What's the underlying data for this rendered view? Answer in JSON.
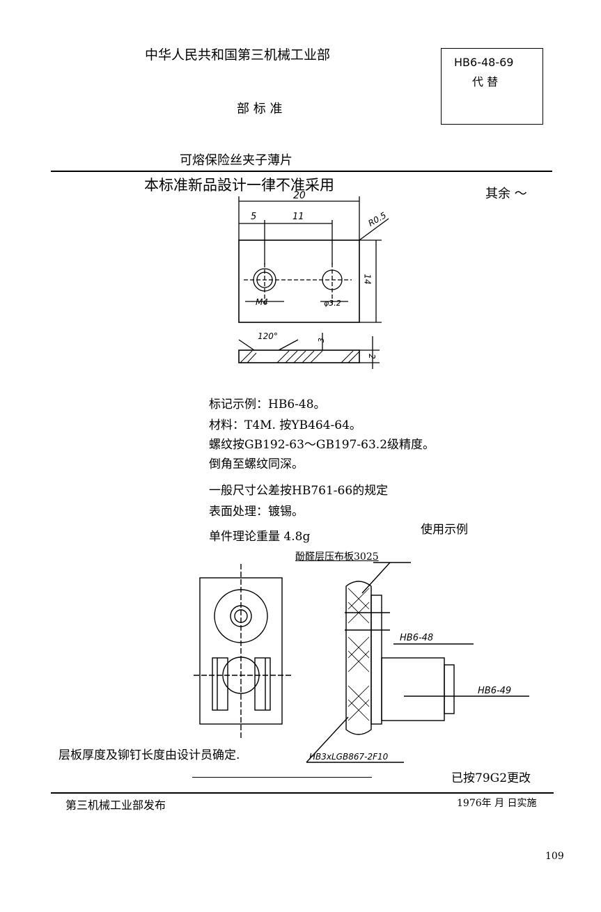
{
  "header": {
    "ministry": "中华人民共和国第三机械工业部",
    "standard_type": "部 标 准",
    "std_code": "HB6-48-69",
    "replace_label": "代 替"
  },
  "title": "可熔保险丝夹子薄片",
  "notice": "本标准新品設计一律不准采用",
  "roughness": "其余",
  "dimensions": {
    "overall_width": "20",
    "hole_offset": "5",
    "hole_spacing": "11",
    "radius": "R0.5",
    "height": "14",
    "thread": "M4",
    "hole_dia": "φ3.2",
    "countersink_angle": "120°",
    "depth": "3",
    "thickness": "2"
  },
  "specs": {
    "marking": "标记示例：HB6-48。",
    "material": "材料：T4M. 按YB464-64。",
    "thread": "螺纹按GB192-63～GB197-63.2级精度。",
    "chamfer": "倒角至螺纹同深。",
    "tolerance": "一般尺寸公差按HB761-66的规定",
    "surface": "表面处理：镀锡。",
    "weight": "单件理论重量 4.8g"
  },
  "usage": {
    "title": "使用示例",
    "board_label": "酚醛层压布板3025",
    "part1": "HB6-48",
    "part2": "HB6-49",
    "rivet": "HB3xLGB867-2F10",
    "note": "层板厚度及铆钉长度由设计员确定."
  },
  "footer": {
    "revision": "已按79G2更改",
    "publisher": "第三机械工业部发布",
    "date": "1976年 月 日实施",
    "page": "109"
  }
}
